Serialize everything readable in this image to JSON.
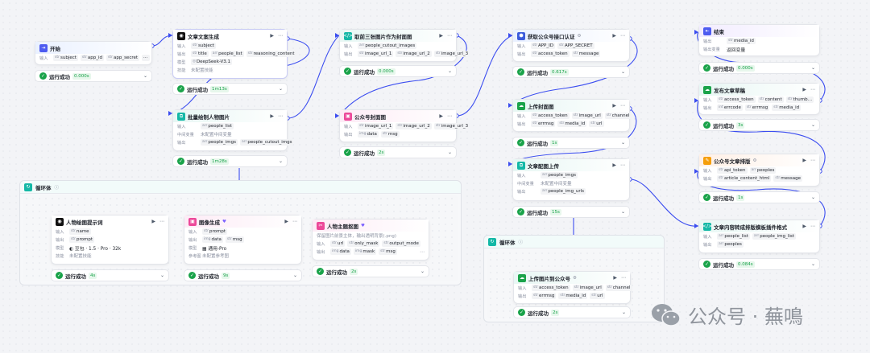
{
  "labels": {
    "input": "输入",
    "output": "输出",
    "model": "模型",
    "skill": "技能",
    "midvar": "中间变量",
    "outvar": "输出变量",
    "params": "参考图",
    "type_str": "str",
    "type_arr": "arr",
    "type_img": "img",
    "type_obj": "obj",
    "type_int": "int"
  },
  "icons": {
    "play": "▶",
    "more": "⋯",
    "chevron": "⌄",
    "check": "✓"
  },
  "nodes": {
    "start": {
      "title": "开始",
      "inputs": [
        "subject",
        "app_id",
        "app_secret"
      ],
      "more": "⋯",
      "status": "运行成功",
      "time": "0.000s"
    },
    "article": {
      "title": "文章文案生成",
      "inputs": [
        "subject"
      ],
      "outputs": [
        "title",
        "people_list",
        "reasoning_content"
      ],
      "model": "DeepSeek-V3.1",
      "skill": "未配置技能",
      "status": "运行成功",
      "time": "1m13s"
    },
    "batch": {
      "title": "批量绘制人物图片",
      "inputs": [
        "people_list"
      ],
      "midvar": "未配置中间变量",
      "outputs": [
        "people_imgs",
        "people_cutout_imgs"
      ],
      "status": "运行成功",
      "time": "1m28s"
    },
    "take3": {
      "title": "取前三张图片作为封面图",
      "inputs": [
        "people_cutout_images"
      ],
      "outputs": [
        "image_url_1",
        "image_url_2",
        "image_url_3"
      ],
      "status": "运行成功",
      "time": "0.000s"
    },
    "cover": {
      "title": "公众号封面图",
      "inputs": [
        "image_url_1",
        "image_url_2",
        "image_url_3"
      ],
      "outputs": [
        "data",
        "msg"
      ],
      "status": "运行成功",
      "time": "2s"
    },
    "auth": {
      "title": "获取公众号接口认证",
      "inputs": [
        "APP_ID",
        "APP_SECRET"
      ],
      "outputs": [
        "access_token",
        "message"
      ],
      "status": "运行成功",
      "time": "0.617s"
    },
    "upcover": {
      "title": "上传封面图",
      "inputs": [
        "access_token",
        "image_url",
        "channel"
      ],
      "outputs": [
        "errmsg",
        "media_id",
        "url"
      ],
      "status": "运行成功",
      "time": "1s"
    },
    "illus": {
      "title": "文章配图上传",
      "inputs": [
        "people_imgs"
      ],
      "midvar": "未配置中间变量",
      "outputs": [
        "people_img_urls"
      ],
      "status": "运行成功",
      "time": "15s"
    },
    "end": {
      "title": "结束",
      "inputs": [
        "media_id"
      ],
      "outtext": "返回变量",
      "status": "运行成功",
      "time": "0.000s"
    },
    "draft": {
      "title": "发布文章草稿",
      "inputs": [
        "access_token",
        "content",
        "thumb…"
      ],
      "outputs": [
        "errcode",
        "errmsg",
        "media_id"
      ],
      "status": "运行成功",
      "time": "3s"
    },
    "layout": {
      "title": "公众号文章排版",
      "inputs": [
        "api_token",
        "peoples"
      ],
      "outputs": [
        "article_content_html",
        "message"
      ],
      "status": "运行成功",
      "time": "1s"
    },
    "convert": {
      "title": "文章内容转成排版模板插件格式",
      "inputs": [
        "people_list",
        "people_img_list"
      ],
      "outputs": [
        "peoples"
      ],
      "status": "运行成功",
      "time": "0.084s"
    },
    "loop1": {
      "title": "循环体"
    },
    "prompt": {
      "title": "人物绘图提示词",
      "inputs": [
        "name"
      ],
      "outputs": [
        "prompt"
      ],
      "model": "豆包 · 1.5 · Pro · 32k",
      "skill": "未配置技能",
      "status": "运行成功",
      "time": "4s"
    },
    "imggen": {
      "title": "图像生成",
      "inputs": [
        "prompt"
      ],
      "outputs": [
        "data",
        "msg"
      ],
      "model": "通用-Pro",
      "ref": "未配置参考图",
      "status": "运行成功",
      "time": "9s"
    },
    "cutout": {
      "title": "人物主题抠图",
      "desc": "保留图片前景主体，输出透明背景(.png)",
      "inputs": [
        "url",
        "only_mask",
        "output_mode"
      ],
      "outputs": [
        "data",
        "mask",
        "msg"
      ],
      "status": "运行成功",
      "time": "2s"
    },
    "loop2": {
      "title": "循环体"
    },
    "uploadimg": {
      "title": "上传图片到公众号",
      "inputs": [
        "access_token",
        "image_url",
        "channel"
      ],
      "outputs": [
        "errmsg",
        "media_id",
        "url"
      ],
      "status": "运行成功",
      "time": "2s"
    }
  },
  "watermark": {
    "text": "公众号 · 蕪鳴",
    "icon": "wechat-icon"
  },
  "colors": {
    "success": "#1aa34a",
    "wire": "#3b4df0",
    "accent_purple": "#7b61ff"
  }
}
